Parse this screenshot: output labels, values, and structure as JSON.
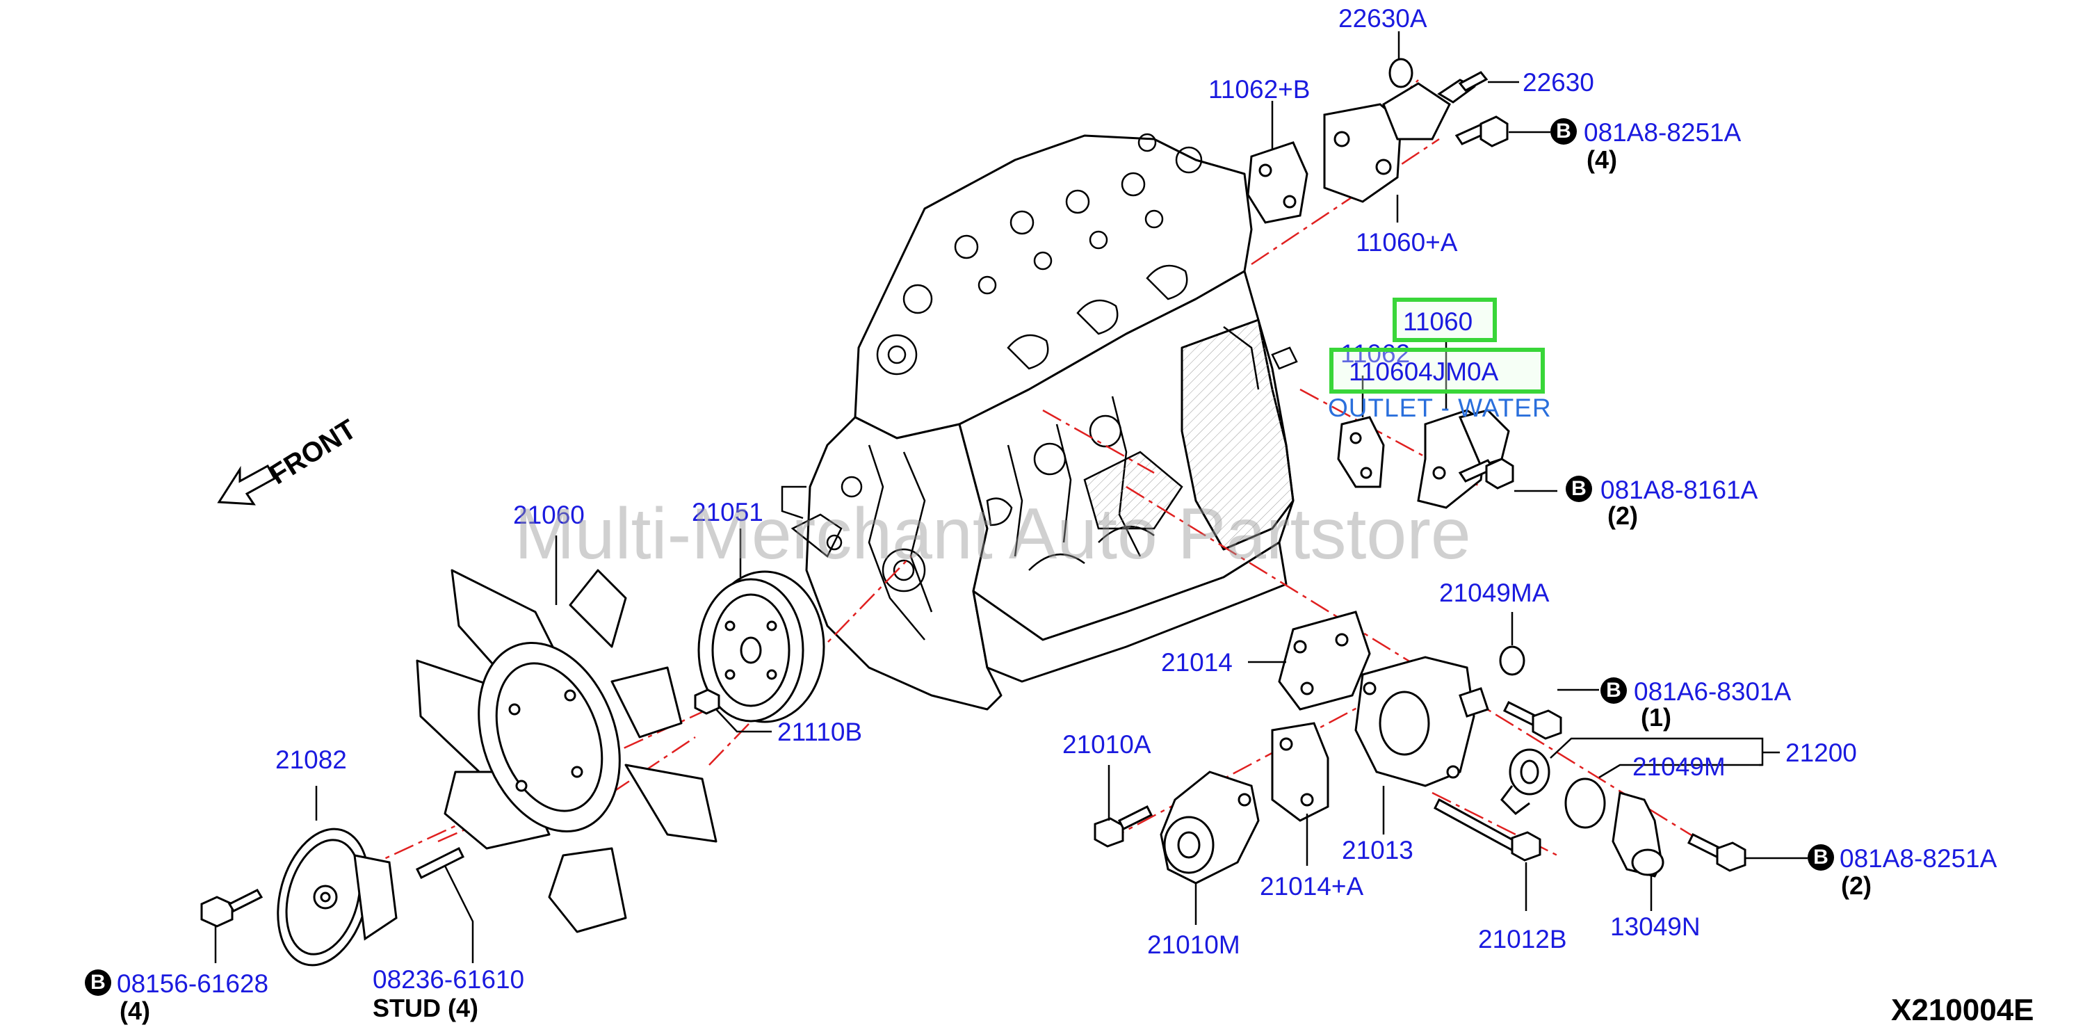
{
  "watermark": "Multi-Merchant Auto Partstore",
  "diagram_code": "X210004E",
  "direction_label": "FRONT",
  "bolt_marker": "B",
  "highlight": {
    "part_number": "11060",
    "full_number": "110604JM0A",
    "description": "OUTLET - WATER",
    "overlapped_label": "11062"
  },
  "labels": {
    "p22630A": "22630A",
    "p22630": "22630",
    "p11062B": "11062+B",
    "b081A8_8251A_top": "081A8-8251A",
    "q4_top": "(4)",
    "p11060A": "11060+A",
    "b081A8_8161A": "081A8-8161A",
    "q2_mid": "(2)",
    "p21049MA": "21049MA",
    "p21014": "21014",
    "b081A6_8301A": "081A6-8301A",
    "q1": "(1)",
    "p21200": "21200",
    "p21049M": "21049M",
    "p21010A": "21010A",
    "p21013": "21013",
    "p21014A": "21014+A",
    "b081A8_8251A_bot": "081A8-8251A",
    "q2_bot": "(2)",
    "p21010M": "21010M",
    "p21012B": "21012B",
    "p13049N": "13049N",
    "p21060": "21060",
    "p21051": "21051",
    "p21110B": "21110B",
    "p21082": "21082",
    "b08156_61628": "08156-61628",
    "q4_left": "(4)",
    "p08236_61610": "08236-61610",
    "stud4": "STUD (4)"
  },
  "colors": {
    "label_blue": "#1a1adf",
    "description_blue": "#2a6fdc",
    "highlight_green": "#39d639",
    "leader_red": "#e02020",
    "line_black": "#000000"
  }
}
